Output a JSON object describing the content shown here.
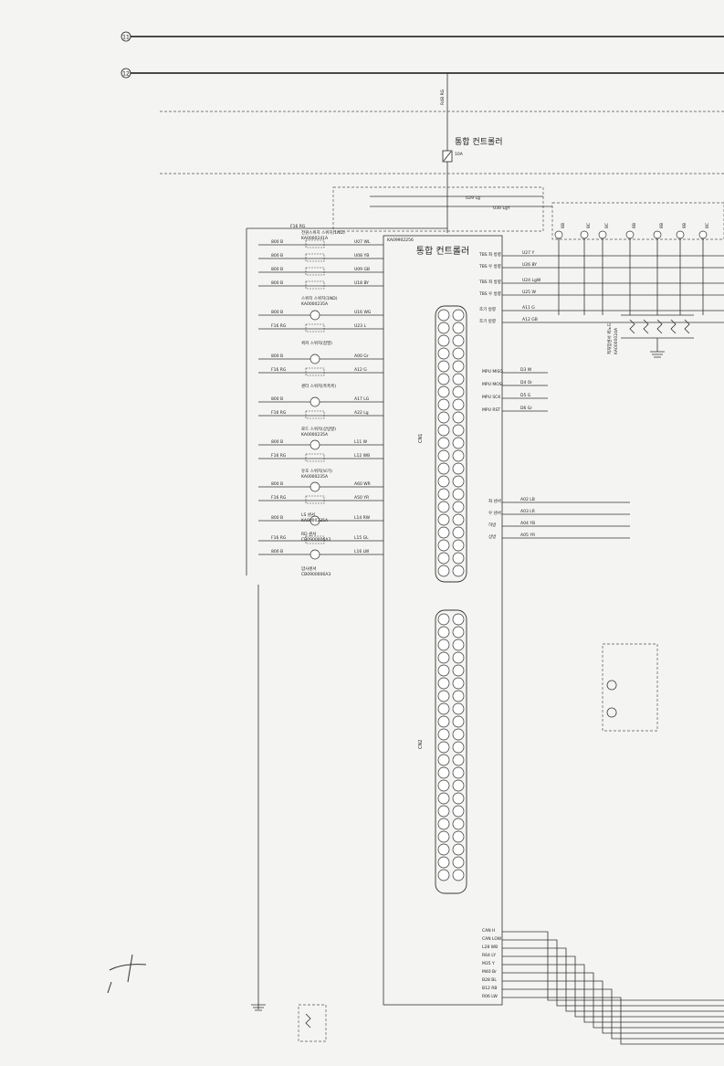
{
  "diagram": {
    "bus_markers": [
      "11",
      "12"
    ],
    "fuse": {
      "title": "통합 컨트롤러",
      "rating": "10A",
      "wire": "R4B RG"
    },
    "controller": {
      "title": "통합 컨트롤러",
      "part_no": "KA09902256",
      "connector_a": "CN1",
      "connector_b": "CN2"
    },
    "top_wires": [
      "U29 Lg",
      "U30 LgY",
      "F16 RG"
    ],
    "switches": [
      {
        "label": "전원스위치 스위치(1ND)",
        "part": "KA0000241A"
      },
      {
        "label": "스위치 스위치(1ND)",
        "part": "KA0000235A"
      },
      {
        "label": "퀵커 스위치(점멸)",
        "part": ""
      },
      {
        "label": "센터 스위치(흑흑흑)",
        "part": ""
      },
      {
        "label": "로드 스위치(상방향)",
        "part": "KA0000235A"
      },
      {
        "label": "유호 스위치(보기)",
        "part": "KA0000235A"
      },
      {
        "label": "LS 센서",
        "part": "KA0000235A"
      },
      {
        "label": "RD 센서",
        "part": "CB0900006A3"
      },
      {
        "label": "압사센서",
        "part": "CB0900006A3"
      }
    ],
    "left_wire_codes": [
      "800 B",
      "800 B",
      "800 B",
      "800 B",
      "800 B",
      "F16 RG",
      "800 B",
      "F16 RG",
      "800 B",
      "F16 RG",
      "800 B",
      "F16 RG",
      "800 B",
      "F16 RG",
      "800 B",
      "F16 RG",
      "800 B"
    ],
    "mid_wire_codes": [
      "U07 WL",
      "U08 YB",
      "U09 GB",
      "U18 BY",
      "U16 WG",
      "U23 L",
      "A00 Gr",
      "A12 G",
      "A17 LG",
      "A22 Lg",
      "L11 W",
      "L12 WB",
      "A60 WR",
      "A50 YR",
      "L14 RW",
      "L15 GL",
      "L16 LW"
    ],
    "right_outputs": [
      {
        "pin": "TBS 좌 방향",
        "wire": "U27 Y"
      },
      {
        "pin": "TBS 우 방향",
        "wire": "U26 BY"
      },
      {
        "pin": "TBS 좌 방향",
        "wire": "U24 LgW"
      },
      {
        "pin": "TBS 우 방향",
        "wire": "U25 W"
      },
      {
        "pin": "조기 방향",
        "wire": "A11 G"
      },
      {
        "pin": "조기 방향",
        "wire": "A12 GB"
      }
    ],
    "mpu_lines": [
      {
        "pin": "MPU MISO",
        "wire": "D3 W"
      },
      {
        "pin": "MPU MOSI",
        "wire": "D4 Or"
      },
      {
        "pin": "MPU SCK",
        "wire": "D5 G"
      },
      {
        "pin": "MPU RST",
        "wire": "D6 Gr"
      }
    ],
    "lower_right": [
      {
        "pin": "좌 센서",
        "wire": "A02 LB"
      },
      {
        "pin": "우 센서",
        "wire": "A03 LR"
      },
      {
        "pin": "하방",
        "wire": "A04 YB"
      },
      {
        "pin": "상방",
        "wire": "A05 YR"
      }
    ],
    "bottom_can": [
      "CAN H",
      "CAN LOW",
      "L28 WB",
      "R64 LY",
      "M35 Y",
      "M40 Br",
      "B28 BL",
      "B12 RB",
      "R06 LW"
    ],
    "right_relay_labels": [
      "8B",
      "8C",
      "8C",
      "8B",
      "8B",
      "8B",
      "8C"
    ],
    "vertical_notes": [
      "적재함센서 퀵노드",
      "KA0000024A"
    ]
  }
}
